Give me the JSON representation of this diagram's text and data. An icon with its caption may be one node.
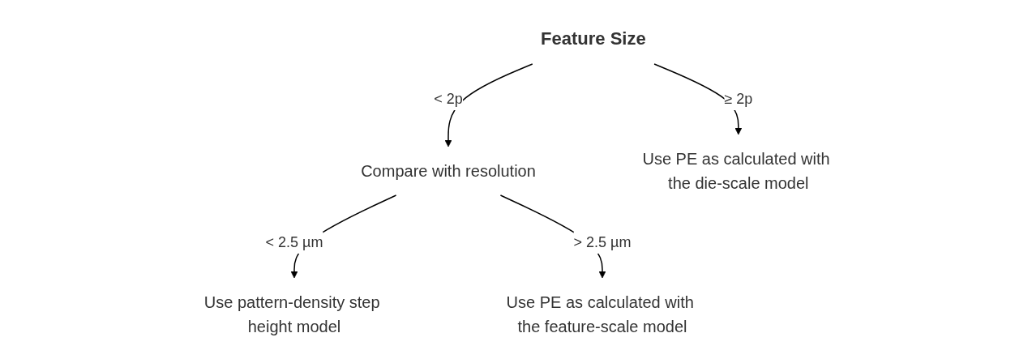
{
  "diagram": {
    "nodes": [
      {
        "text": [
          "Feature Size"
        ]
      },
      {
        "text": [
          "Compare with resolution"
        ]
      },
      {
        "text": [
          "Use PE as calculated with the die-scale model"
        ]
      },
      {
        "text": [
          "Use pattern-density step height model"
        ]
      },
      {
        "text": [
          "Use PE as calculated with the feature-scale model"
        ]
      }
    ],
    "edges": [
      {
        "from": 0,
        "to": 1,
        "arrow": "to",
        "label": "< 2p"
      },
      {
        "from": 0,
        "to": 2,
        "arrow": "to",
        "label": "≥ 2p"
      },
      {
        "from": 1,
        "to": 3,
        "arrow": "to",
        "label": "< 2.5 µm"
      },
      {
        "from": 1,
        "to": 4,
        "arrow": "to",
        "label": "> 2.5 µm"
      }
    ]
  }
}
